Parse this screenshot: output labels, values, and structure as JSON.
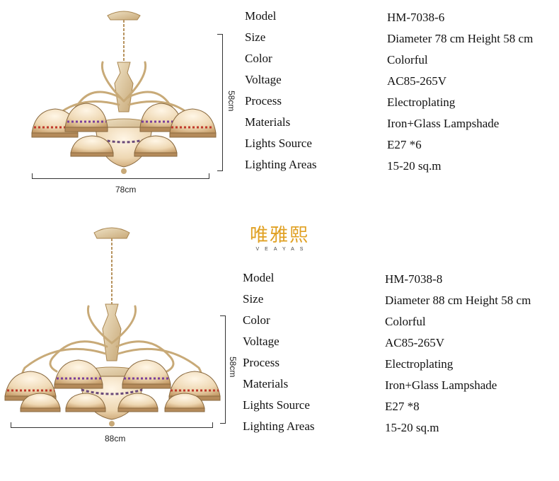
{
  "brand": {
    "name": "唯雅熙",
    "sub": "VEAYAS",
    "color": "#e0a022"
  },
  "products": [
    {
      "height_label": "58cm",
      "width_label": "78cm",
      "shades": 6,
      "specs": [
        {
          "key": "Model",
          "value": "HM-7038-6"
        },
        {
          "key": "Size",
          "value": "Diameter 78 cm  Height 58 cm"
        },
        {
          "key": "Color",
          "value": "Colorful"
        },
        {
          "key": "Voltage",
          "value": "AC85-265V"
        },
        {
          "key": "Process",
          "value": "Electroplating"
        },
        {
          "key": "Materials",
          "value": "Iron+Glass Lampshade"
        },
        {
          "key": "Lights Source",
          "value": "E27 *6"
        },
        {
          "key": "Lighting Areas",
          "value": "15-20 sq.m"
        }
      ]
    },
    {
      "height_label": "58cm",
      "width_label": "88cm",
      "shades": 8,
      "specs": [
        {
          "key": "Model",
          "value": "HM-7038-8"
        },
        {
          "key": "Size",
          "value": "Diameter 88 cm  Height 58 cm"
        },
        {
          "key": "Color",
          "value": "Colorful"
        },
        {
          "key": "Voltage",
          "value": "AC85-265V"
        },
        {
          "key": "Process",
          "value": "Electroplating"
        },
        {
          "key": "Materials",
          "value": "Iron+Glass Lampshade"
        },
        {
          "key": "Lights Source",
          "value": "E27 *8"
        },
        {
          "key": "Lighting Areas",
          "value": "15-20 sq.m"
        }
      ]
    }
  ]
}
